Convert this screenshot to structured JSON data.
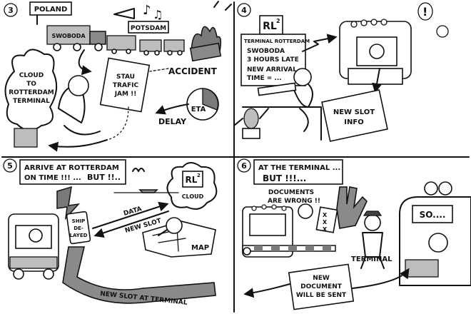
{
  "panel3": {
    "number": "3",
    "sign": "POLAND",
    "truck_label": "SWOBODA",
    "city_label": "POTSDAM",
    "cloud": [
      "CLOUD",
      "TO",
      "ROTTERDAM",
      "TERMINAL"
    ],
    "tablet": [
      "STAU",
      "TRAFIC",
      "JAM !!"
    ],
    "accident": "ACCIDENT",
    "delay": "DELAY",
    "pie_label": "ETA"
  },
  "panel4": {
    "number": "4",
    "logo": "RL",
    "logo_sup": "2",
    "screen": [
      "TERMINAL ROTTERDAM",
      "SWOBODA",
      "3 HOURS LATE",
      "NEW ARRIVAL",
      "TIME = ..."
    ],
    "slot_box": [
      "NEW SLOT",
      "INFO"
    ]
  },
  "panel5": {
    "number": "5",
    "caption_line1": "ARRIVE AT ROTTERDAM",
    "caption_line2a": "ON TIME !!! ...",
    "caption_line2b": "BUT !!..",
    "phone": [
      "SHIP",
      "DE-",
      "LAYED"
    ],
    "data_label": "DATA",
    "slot_label": "NEW SLOT",
    "logo": "RL",
    "logo_sup": "2",
    "cloud_label": "CLOUD",
    "map_label": "MAP",
    "road_label": "NEW SLOT AT TERMINAL"
  },
  "panel6": {
    "number": "6",
    "caption_line1": "AT THE TERMINAL ...",
    "caption_line2": "BUT !!!...",
    "documents": [
      "DOCUMENTS",
      "ARE WRONG !!"
    ],
    "terminal": "TERMINAL",
    "so_label": "SO....",
    "sign": [
      "NEW",
      "DOCUMENT",
      "WILL BE SENT"
    ]
  }
}
